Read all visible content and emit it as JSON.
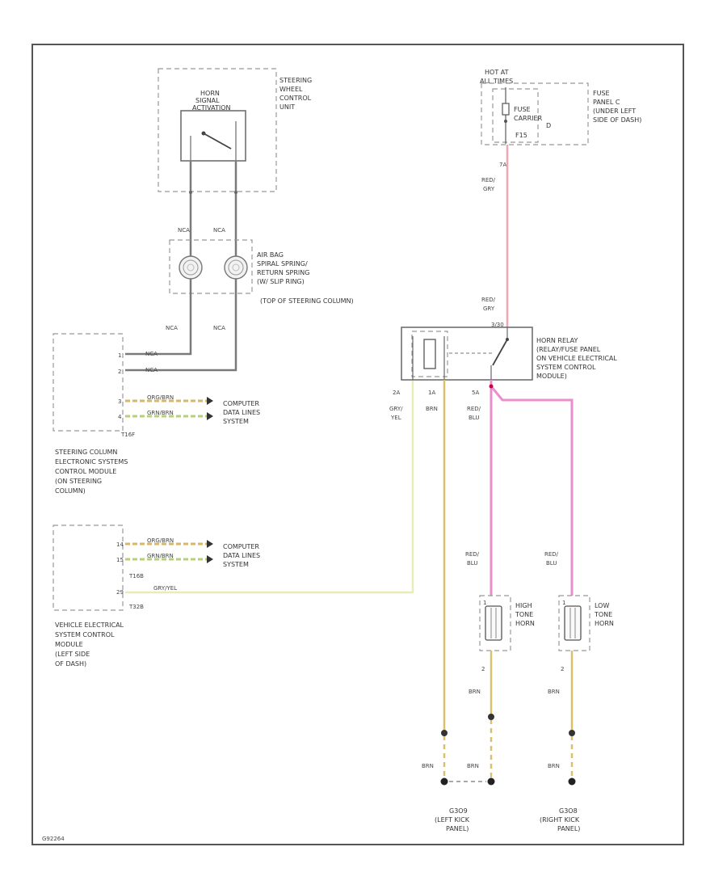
{
  "colors": {
    "red_grey": "#f4a6b0",
    "red_blue": "#e98fcf",
    "grey_yellow": "#e8edb8",
    "brown": "#d9bf6e",
    "orange_brown": "#d8b66a",
    "green_brown": "#b9d07a",
    "nca_wire": "#7a7a7a",
    "frame": "#555555"
  },
  "labels": {
    "horn_signal": [
      "HORN",
      "SIGNAL",
      "ACTIVATION"
    ],
    "steering_wheel_unit": [
      "STEERING",
      "WHEEL",
      "CONTROL",
      "UNIT"
    ],
    "airbag_spiral": [
      "AIR BAG",
      "SPIRAL SPRING/",
      "RETURN SPRING",
      "(W/ SLIP RING)",
      "(TOP OF STEERING COLUMN)"
    ],
    "hot_at_all_times": [
      "HOT AT",
      "ALL TIMES"
    ],
    "fuse_carrier": [
      "FUSE",
      "CARRIER",
      "D"
    ],
    "fuse_panel_c": [
      "FUSE",
      "PANEL C",
      "(UNDER LEFT",
      "SIDE OF DASH)"
    ],
    "fuse_id": "F15",
    "horn_relay": [
      "HORN RELAY",
      "(RELAY/FUSE PANEL",
      "ON VEHICLE ELECTRICAL",
      "SYSTEM CONTROL",
      "MODULE)"
    ],
    "computer_data_1": [
      "COMPUTER",
      "DATA LINES",
      "SYSTEM"
    ],
    "computer_data_2": [
      "COMPUTER",
      "DATA LINES",
      "SYSTEM"
    ],
    "steering_column_module": [
      "STEERING COLUMN",
      "ELECTRONIC SYSTEMS",
      "CONTROL MODULE",
      "(ON STEERING",
      "COLUMN)"
    ],
    "vehicle_electrical_module": [
      "VEHICLE ELECTRICAL",
      "SYSTEM CONTROL",
      "MODULE",
      "(LEFT SIDE",
      "OF DASH)"
    ],
    "high_tone_horn": [
      "HIGH",
      "TONE",
      "HORN"
    ],
    "low_tone_horn": [
      "LOW",
      "TONE",
      "HORN"
    ],
    "ground_left": [
      "G3O9",
      "(LEFT KICK",
      "PANEL)"
    ],
    "ground_right": [
      "G3O8",
      "(RIGHT KICK",
      "PANEL)"
    ],
    "connector_t16f": "T16F",
    "connector_t16b": "T16B",
    "connector_t32b": "T32B",
    "footer_code": "G92264"
  },
  "wires": {
    "nca": "NCA",
    "red_grey": [
      "RED/",
      "GRY"
    ],
    "grey_yellow": [
      "GRY/",
      "YEL"
    ],
    "brown": "BRN",
    "red_blue": [
      "RED/",
      "BLU"
    ],
    "orange_brown": "ORG/BRN",
    "green_brown": "GRN/BRN",
    "grey_yellow_inline": "GRY/YEL"
  },
  "pins": {
    "fuse_out": "7A",
    "relay_in": "3/30",
    "relay_21": "2A",
    "relay_1a": "1A",
    "relay_5a": "5A",
    "horn_1": "1",
    "horn_2": "2",
    "t16f_1": "1",
    "t16f_2": "2",
    "t16f_3": "3",
    "t16f_4": "4",
    "t16b_14": "14",
    "t16b_15": "15",
    "t32b_29": "29"
  }
}
